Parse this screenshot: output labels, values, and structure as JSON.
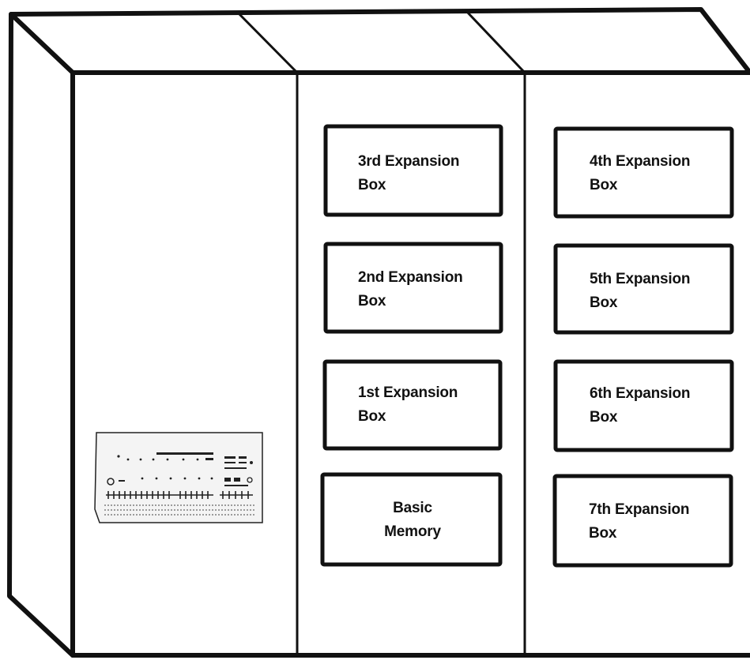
{
  "colors": {
    "ink": "#111111",
    "face": "#ffffff",
    "panel_fill": "#f4f4f4"
  },
  "diagram": {
    "boxes": [
      {
        "id": "basic-memory",
        "line1": "Basic",
        "line2": "Memory"
      },
      {
        "id": "expansion-1",
        "line1": "1st Expansion",
        "line2": "Box"
      },
      {
        "id": "expansion-2",
        "line1": "2nd Expansion",
        "line2": "Box"
      },
      {
        "id": "expansion-3",
        "line1": "3rd Expansion",
        "line2": "Box"
      },
      {
        "id": "expansion-4",
        "line1": "4th Expansion",
        "line2": "Box"
      },
      {
        "id": "expansion-5",
        "line1": "5th Expansion",
        "line2": "Box"
      },
      {
        "id": "expansion-6",
        "line1": "6th Expansion",
        "line2": "Box"
      },
      {
        "id": "expansion-7",
        "line1": "7th Expansion",
        "line2": "Box"
      }
    ],
    "console_panel": {
      "icon": "operator-console-panel"
    }
  }
}
